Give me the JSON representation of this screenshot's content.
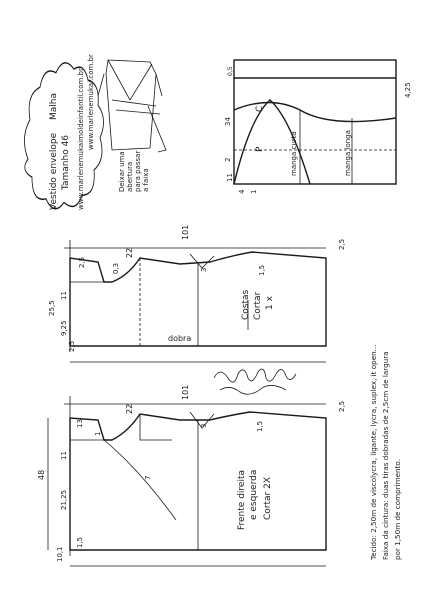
{
  "header": {
    "title_line1": "Vestido envelope",
    "title_line2": "Malha",
    "title_line3": "Tamanho 46",
    "url1": "www.marlenemukai.com.br",
    "url2": "www.marlenemukaimoldeinfantil.com.br"
  },
  "figure_note": {
    "line1": "Deixar uma",
    "line2": "abertura",
    "line3": "para passar",
    "line4": "a faixa"
  },
  "sleeve": {
    "label_c": "C",
    "label_p": "P",
    "curta": "manga curta",
    "longa": "manga longa",
    "m_34": "34",
    "m_05": "0,5",
    "m_425": "4,25",
    "m_2": "2",
    "m_11": "11",
    "m_4": "4",
    "m_1": "1"
  },
  "back": {
    "piece_line1": "Costas",
    "piece_line2": "Cortar",
    "piece_line3": "1 x",
    "dobra": "dobra",
    "m_101": "101",
    "m_22": "22",
    "m_255": "25,5",
    "m_11": "11",
    "m_925": "9,25",
    "m_3": "3",
    "m_15": "1,5",
    "m_25a": "2,5",
    "m_25b": "2,5",
    "m_25c": "2,5",
    "m_03": "0,3"
  },
  "front": {
    "piece_line1": "Frente direita",
    "piece_line2": "e esquerda",
    "piece_line3": "Cortar 2X",
    "m_48": "48",
    "m_22": "22",
    "m_101": "101",
    "m_13": "13",
    "m_11": "11",
    "m_3": "3",
    "m_1": "1",
    "m_7": "7",
    "m_2125": "21,25",
    "m_15": "1,5",
    "m_101b": "10,1",
    "m_25": "2,5",
    "m_15b": "1,5"
  },
  "fabric": {
    "line1": "Tecido: 2,50m de viscolycra, ligante, lycra, suplex, it open...",
    "line2": "Faixa da cintura: duas tiras dobradas de 2,5cm de largura",
    "line3": "por 1,50m de comprimento."
  }
}
